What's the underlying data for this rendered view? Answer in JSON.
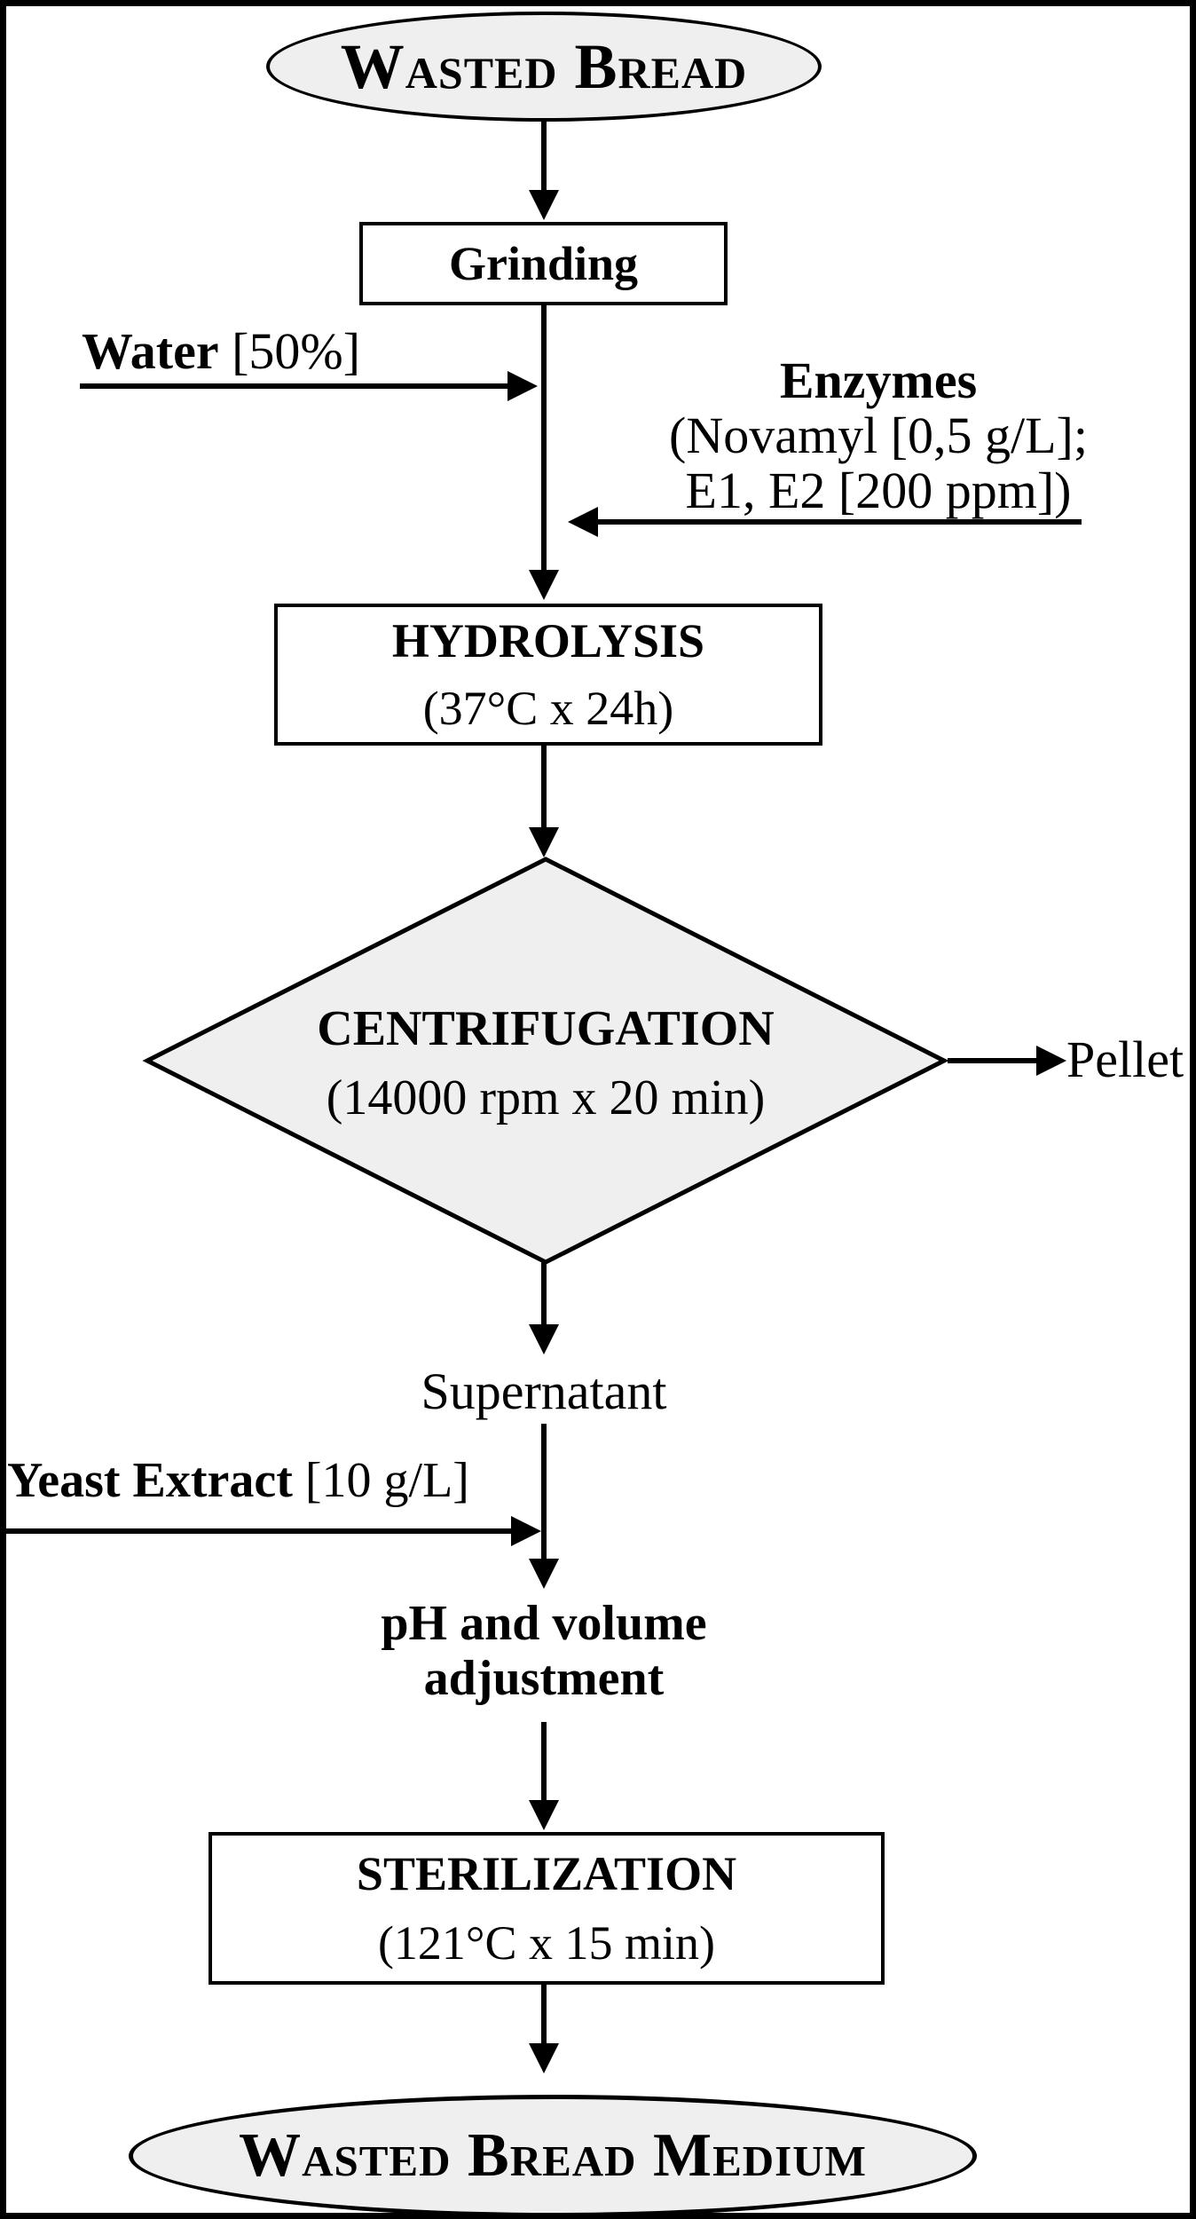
{
  "flowchart": {
    "start": "Wasted Bread",
    "grinding": "Grinding",
    "water": {
      "name": "Water",
      "amount": "[50%]"
    },
    "enzymes": {
      "title": "Enzymes",
      "detail1": "(Novamyl [0,5 g/L];",
      "detail2": "E1, E2 [200 ppm])"
    },
    "hydrolysis": {
      "title": "HYDROLYSIS",
      "conditions": "(37°C x 24h)"
    },
    "centrifugation": {
      "title": "CENTRIFUGATION",
      "conditions": "(14000 rpm x 20 min)"
    },
    "pellet": "Pellet",
    "supernatant": "Supernatant",
    "yeast_extract": {
      "name": "Yeast Extract",
      "amount": "[10 g/L]"
    },
    "ph_adjustment": {
      "line1": "pH and volume",
      "line2": "adjustment"
    },
    "sterilization": {
      "title": "STERILIZATION",
      "conditions": "(121°C x 15 min)"
    },
    "end": "Wasted Bread Medium"
  },
  "colors": {
    "shape_fill": "#efefef",
    "box_fill": "#ffffff",
    "line": "#000000",
    "background": "#ffffff"
  }
}
